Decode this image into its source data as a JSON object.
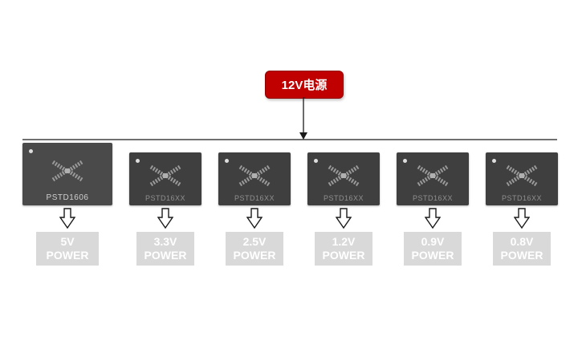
{
  "source": {
    "label": "12V电源"
  },
  "colors": {
    "source_bg": "#c00000",
    "chip_bg": "#3f3f3f",
    "chip_primary_bg": "#4a4a4a",
    "power_box_bg": "#d9d9d9",
    "connector": "#1a1a1a"
  },
  "chips": [
    {
      "part": "PSTD1606",
      "voltage": "5V",
      "power_word": "POWER",
      "primary": true
    },
    {
      "part": "PSTD16XX",
      "voltage": "3.3V",
      "power_word": "POWER",
      "primary": false
    },
    {
      "part": "PSTD16XX",
      "voltage": "2.5V",
      "power_word": "POWER",
      "primary": false
    },
    {
      "part": "PSTD16XX",
      "voltage": "1.2V",
      "power_word": "POWER",
      "primary": false
    },
    {
      "part": "PSTD16XX",
      "voltage": "0.9V",
      "power_word": "POWER",
      "primary": false
    },
    {
      "part": "PSTD16XX",
      "voltage": "0.8V",
      "power_word": "POWER",
      "primary": false
    }
  ]
}
